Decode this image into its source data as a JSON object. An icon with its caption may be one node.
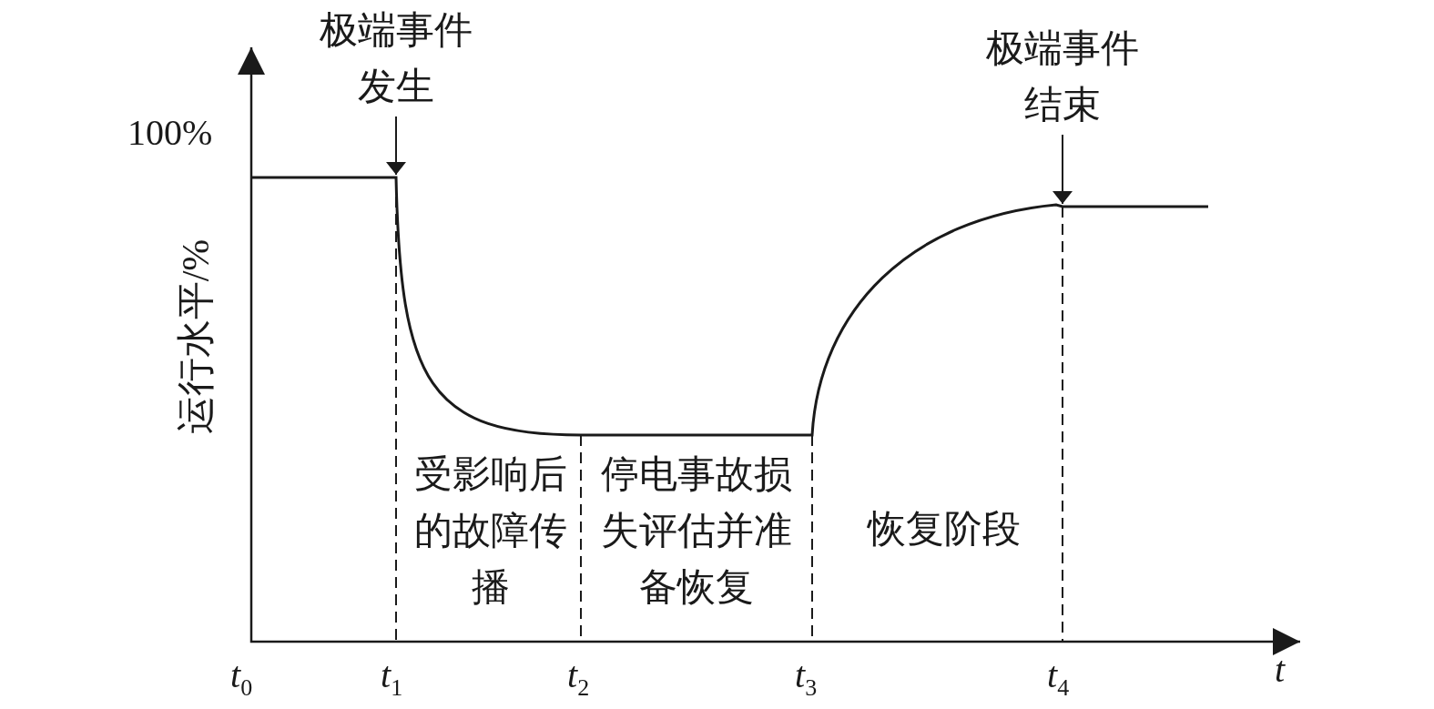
{
  "diagram": {
    "nodes": [
      {
        "text": [
          "极端事件发生"
        ]
      },
      {
        "text": [
          "极端事件结束"
        ]
      }
    ],
    "edges": [
      {
        "from": 0,
        "to": null,
        "arrow": "to"
      },
      {
        "from": 1,
        "to": null,
        "arrow": "to"
      }
    ],
    "labels": [
      "100%",
      "运行水平/%",
      "受影响后的故障传播",
      "停电事故损失评估并准备恢复",
      "恢复阶段",
      "t$_{0}$",
      "t$_{1}$",
      "t$_{2}$",
      "t$_{3}$",
      "t$_{4}$",
      "t"
    ]
  }
}
